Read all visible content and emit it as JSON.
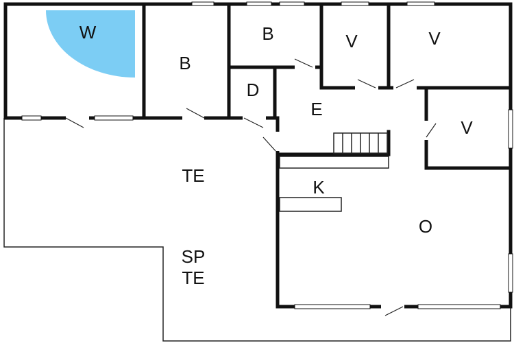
{
  "plan": {
    "rooms": [
      {
        "id": "wellness",
        "label": "W"
      },
      {
        "id": "bedroom-1",
        "label": "B"
      },
      {
        "id": "bedroom-2",
        "label": "B"
      },
      {
        "id": "shower",
        "label": "D"
      },
      {
        "id": "entrance",
        "label": "E"
      },
      {
        "id": "room-v-1",
        "label": "V"
      },
      {
        "id": "room-v-2",
        "label": "V"
      },
      {
        "id": "room-v-3",
        "label": "V"
      },
      {
        "id": "terrace",
        "label": "TE"
      },
      {
        "id": "kitchen",
        "label": "K"
      },
      {
        "id": "living",
        "label": "O"
      },
      {
        "id": "sp-terrace-1",
        "label": "SP"
      },
      {
        "id": "sp-terrace-2",
        "label": "TE"
      }
    ],
    "colors": {
      "wall": "#111111",
      "pool": "#7ccdf4",
      "background": "#ffffff"
    }
  }
}
